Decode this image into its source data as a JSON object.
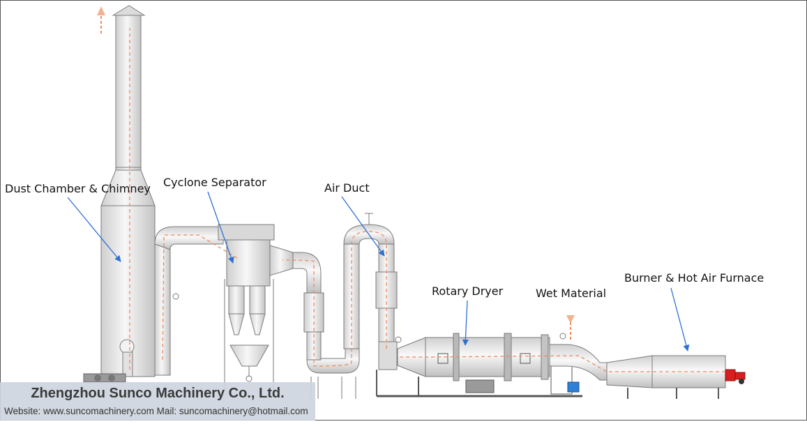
{
  "labels": {
    "dust_chamber": "Dust Chamber & Chimney",
    "cyclone": "Cyclone Separator",
    "air_duct": "Air Duct",
    "rotary_dryer": "Rotary Dryer",
    "wet_material": "Wet Material",
    "burner": "Burner & Hot Air Furnace"
  },
  "footer": {
    "company": "Zhengzhou Sunco Machinery Co., Ltd.",
    "website_line": "Website: www.suncomachinery.com Mail: suncomachinery@hotmail.com"
  },
  "colors": {
    "metal": "#e9e9e9",
    "outline": "#7a7a7a",
    "arrow": "#2f6fd0",
    "flow": "#f08a5d",
    "furnace_red": "#d81e1e",
    "motor_blue": "#2e7fd8"
  }
}
